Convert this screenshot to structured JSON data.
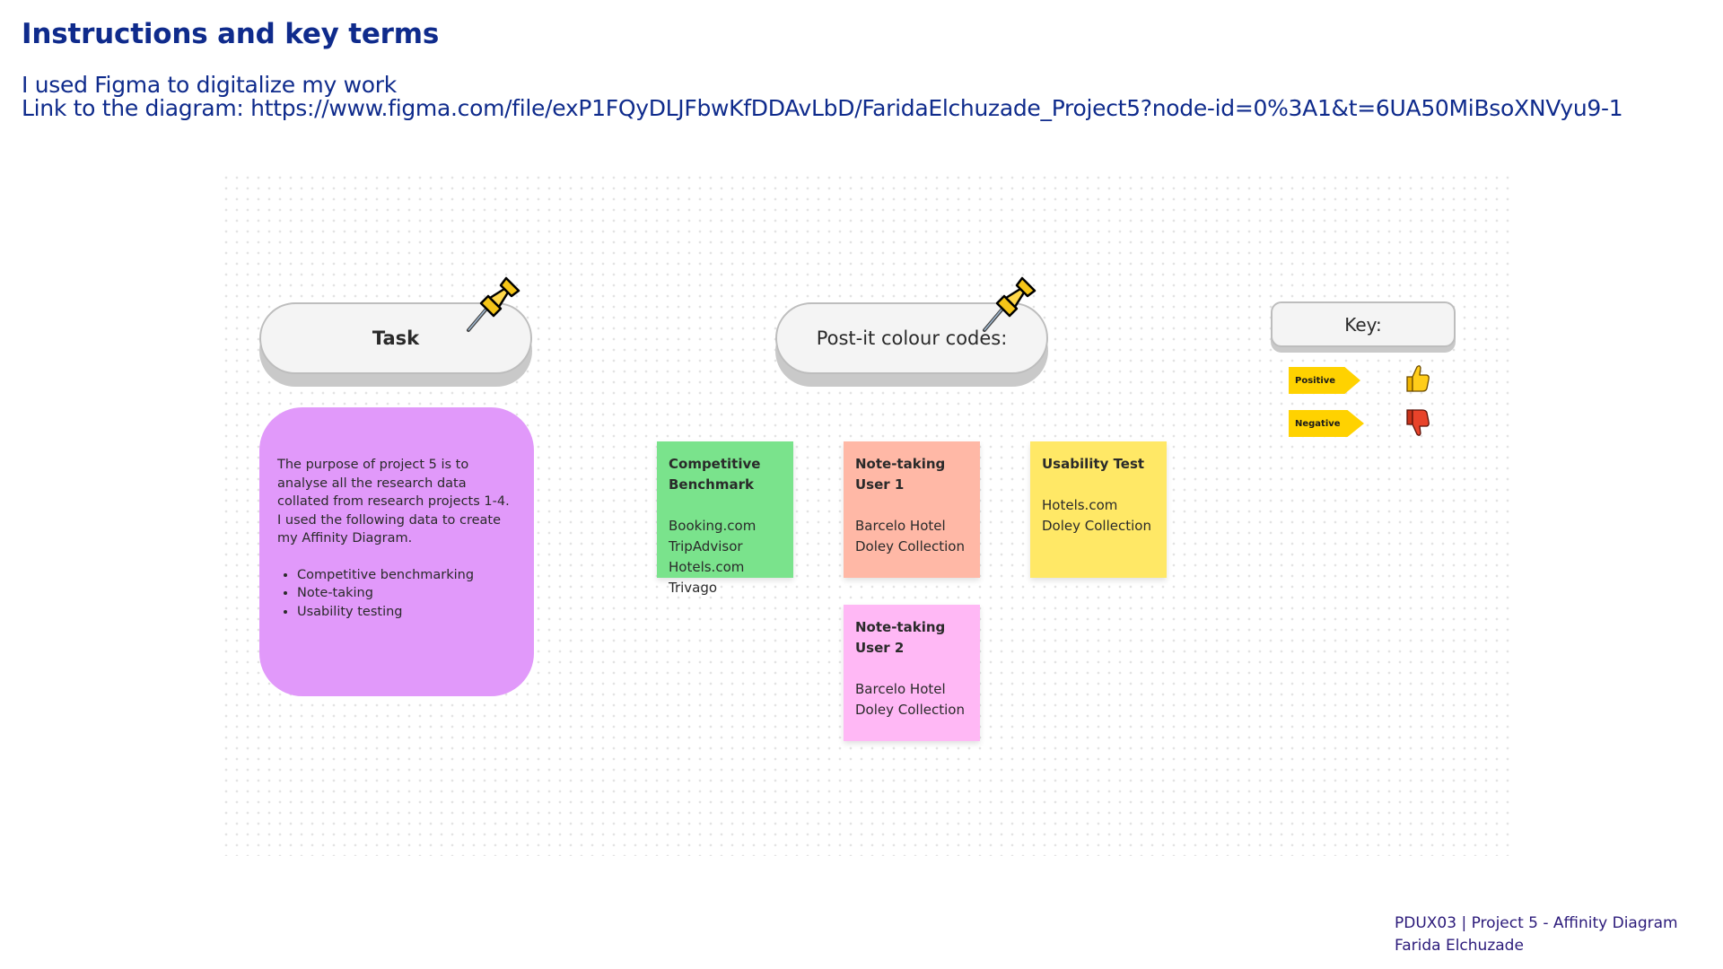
{
  "header": {
    "title": "Instructions and key terms",
    "intro_line1": "I used Figma to digitalize my work",
    "intro_line2": "Link to the diagram: https://www.figma.com/file/exP1FQyDLJFbwKfDDAvLbD/FaridaElchuzade_Project5?node-id=0%3A1&t=6UA50MiBsoXNVyu9-1"
  },
  "canvas": {
    "task_pill": "Task",
    "colour_pill": "Post-it colour codes:",
    "key_pill": "Key:",
    "task_card": {
      "text": "The purpose of project 5 is to analyse all the research data collated from research projects 1-4. I used the following data to create my Affinity Diagram.",
      "bullets": [
        "Competitive benchmarking",
        "Note-taking",
        "Usability testing"
      ]
    },
    "notes": {
      "green": {
        "title1": "Competitive",
        "title2": "Benchmark",
        "items": [
          "Booking.com",
          "TripAdvisor",
          "Hotels.com",
          "Trivago"
        ],
        "color": "#7ae38c"
      },
      "salmon": {
        "title1": "Note-taking",
        "title2": "User 1",
        "items": [
          "Barcelo Hotel",
          "Doley Collection"
        ],
        "color": "#ffb8a6"
      },
      "yellow": {
        "title1": "Usability Test",
        "items": [
          "Hotels.com",
          "Doley Collection"
        ],
        "color": "#ffe866"
      },
      "pink": {
        "title1": "Note-taking",
        "title2": "User 2",
        "items": [
          "Barcelo Hotel",
          "Doley Collection"
        ],
        "color": "#ffb8f5"
      }
    },
    "key": {
      "positive_label": "Positive",
      "negative_label": "Negative",
      "positive_icon": "thumbs-up-icon",
      "negative_icon": "thumbs-down-icon",
      "tag_color": "#ffd200"
    }
  },
  "footer": {
    "line1": "PDUX03 | Project 5 - Affinity Diagram",
    "line2": "Farida Elchuzade"
  },
  "colors": {
    "heading": "#0f2b8c",
    "task_card": "#e199fa"
  }
}
